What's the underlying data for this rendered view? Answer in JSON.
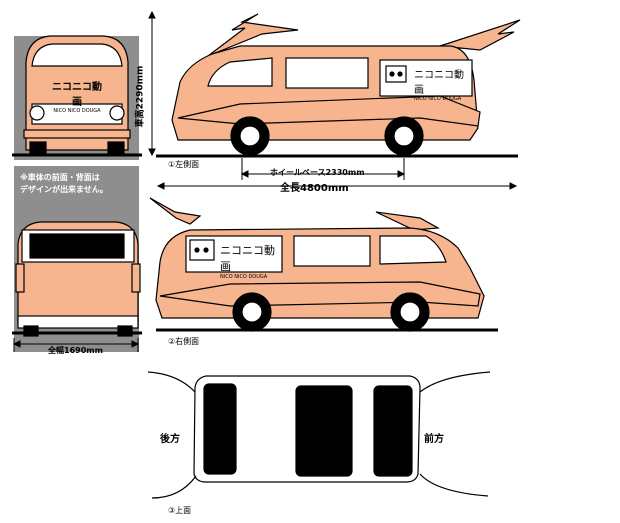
{
  "colors": {
    "body": "#f6b48f",
    "panel": "#8e8e8e",
    "outline": "#000000",
    "window": "#ffffff",
    "ground": "#000000"
  },
  "labels": {
    "height": "車高2290mm",
    "view_left": "①左側面",
    "wheelbase": "ホイールベース2330mm",
    "length": "全長4800mm",
    "note_line1": "※車体の前面・背面は",
    "note_line2": "デザインが出来ません。",
    "view_right": "②右側面",
    "width": "全幅1690mm",
    "rear": "後方",
    "front": "前方",
    "view_top": "③上面"
  },
  "logo": {
    "main": "ニコニコ動画",
    "sub": "NICO NICO DOUGA"
  }
}
